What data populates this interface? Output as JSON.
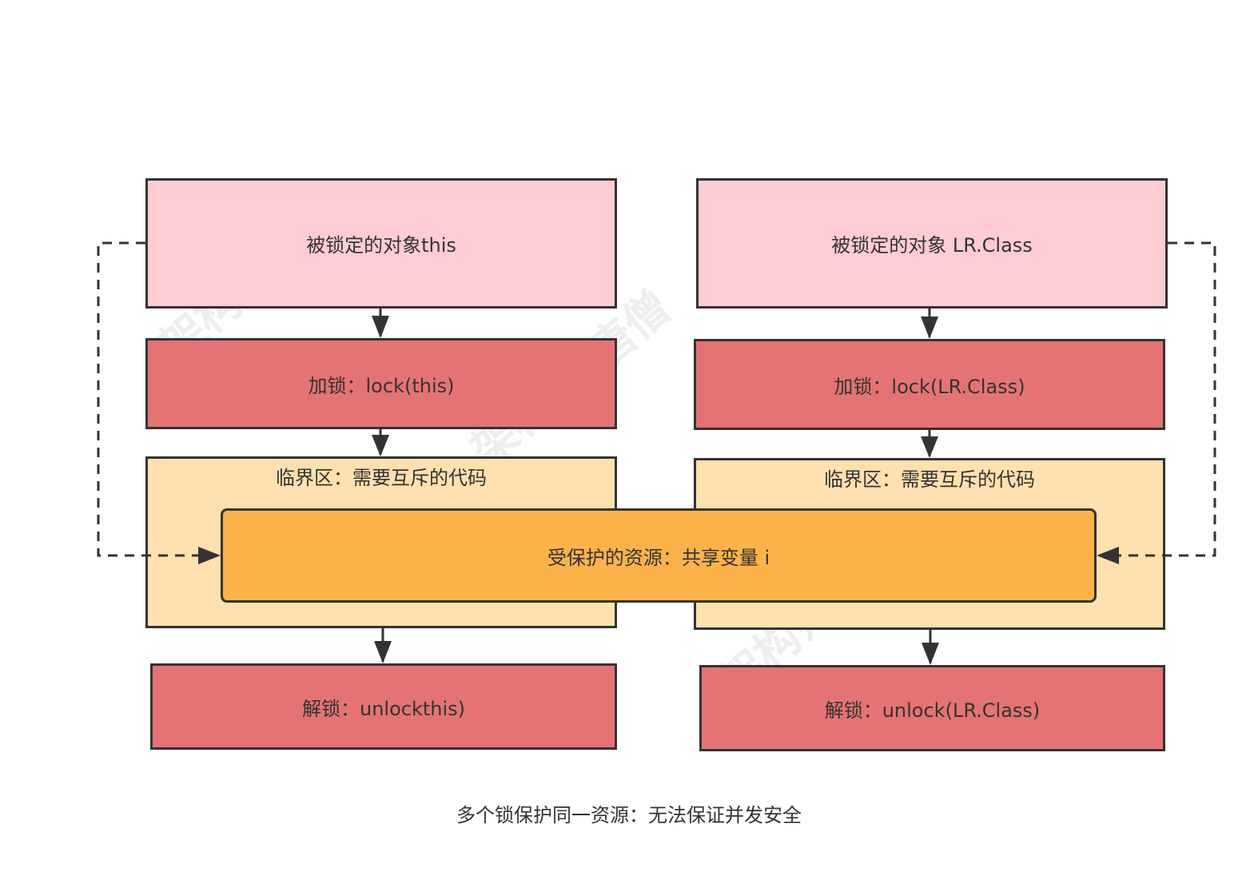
{
  "watermark_text": "架构师-唐僧",
  "left_column": {
    "locked_object": "被锁定的对象this",
    "lock": "加锁：lock(this)",
    "critical_section": "临界区：需要互斥的代码",
    "unlock": "解锁：unlockthis)"
  },
  "right_column": {
    "locked_object": "被锁定的对象 LR.Class",
    "lock": "加锁：lock(LR.Class)",
    "critical_section": "临界区：需要互斥的代码",
    "unlock": "解锁：unlock(LR.Class)"
  },
  "shared_resource": "受保护的资源：共享变量 i",
  "caption": "多个锁保护同一资源：无法保证并发安全",
  "colors": {
    "locked_object_fill": "#ffccd3",
    "lock_fill": "#e57373",
    "critical_fill": "#ffe0b0",
    "resource_fill": "#fcb24a",
    "stroke": "#333333"
  }
}
